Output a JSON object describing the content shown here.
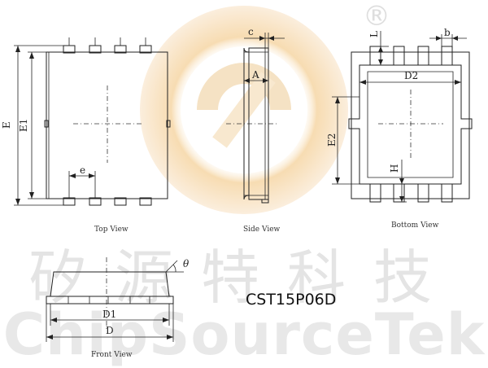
{
  "watermark": {
    "registered_mark": "®",
    "chinese_name": "矽源特科技",
    "english_name": "ChipSourceTek",
    "colors": {
      "ring_outer": "#f6d9b0",
      "ring_inner": "#f3e6c9",
      "text": "#e4e4e4"
    }
  },
  "part_number": "CST15P06D",
  "views": {
    "top": {
      "caption": "Top View",
      "labels": {
        "E": "E",
        "E1": "E1",
        "e": "e"
      }
    },
    "side": {
      "caption": "Side View",
      "labels": {
        "c": "c",
        "A": "A"
      }
    },
    "bottom": {
      "caption": "Bottom View",
      "labels": {
        "L": "L",
        "b": "b",
        "D2": "D2",
        "E2": "E2",
        "H": "H"
      }
    },
    "front": {
      "caption": "Front View",
      "labels": {
        "D1": "D1",
        "D": "D",
        "theta": "θ"
      }
    }
  }
}
